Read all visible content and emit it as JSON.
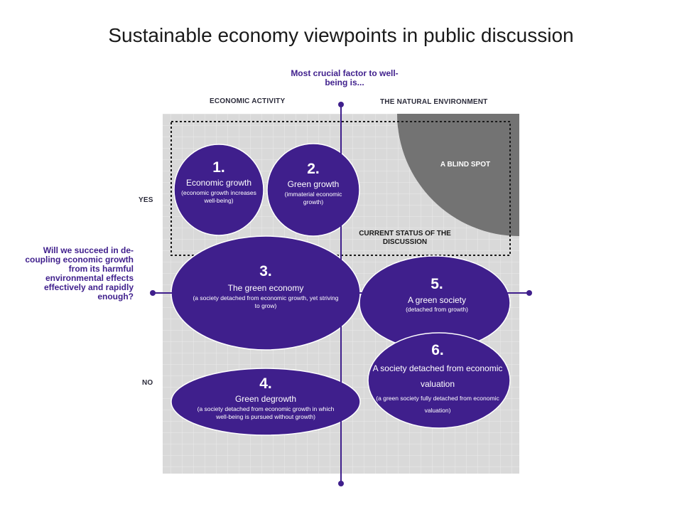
{
  "title": "Sustainable economy viewpoints in public discussion",
  "x_axis": {
    "question": "Most crucial factor to well-being is...",
    "left_label": "ECONOMIC ACTIVITY",
    "right_label": "THE NATURAL ENVIRONMENT"
  },
  "y_axis": {
    "question": "Will we succeed in de-coupling economic growth from its harmful environmental effects effectively and rapidly enough?",
    "top_label": "YES",
    "bottom_label": "NO"
  },
  "blind_spot_label": "A BLIND SPOT",
  "current_status_label": "CURRENT STATUS OF THE DISCUSSION",
  "viewpoints": [
    {
      "number": "1.",
      "name": "Economic growth",
      "desc": "(economic growth increases well-being)"
    },
    {
      "number": "2.",
      "name": "Green growth",
      "desc": "(immaterial economic growth)"
    },
    {
      "number": "3.",
      "name": "The green economy",
      "desc": "(a society detached from economic growth, yet striving to grow)"
    },
    {
      "number": "4.",
      "name": "Green degrowth",
      "desc": "(a society detached from economic growth in which well-being is pursued without growth)"
    },
    {
      "number": "5.",
      "name": "A green society",
      "desc": "(detached from growth)"
    },
    {
      "number": "6.",
      "name": "A society detached from economic valuation",
      "desc": "(a green society fully detached from economic valuation)"
    }
  ],
  "colors": {
    "bubble": "#3f1f8c",
    "grid_bg": "#d9d9d9",
    "blind_spot": "#737373",
    "axis": "#3f1f8c"
  }
}
